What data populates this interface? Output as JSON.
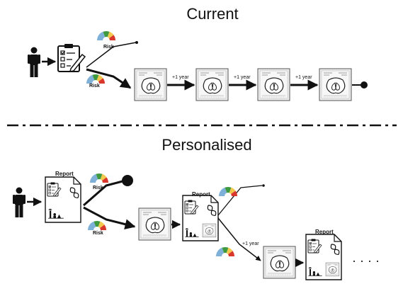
{
  "sections": {
    "current": {
      "title": "Current"
    },
    "personalised": {
      "title": "Personalised"
    }
  },
  "labels": {
    "risk": "Risk",
    "report": "Report",
    "interval": "+1 year",
    "ellipsis": "· · · ·"
  },
  "colors": {
    "line": "#111111",
    "gauge_blue": "#7fb0d8",
    "gauge_green": "#3f9a3f",
    "gauge_yellow": "#f2c94c",
    "gauge_red": "#d9372b",
    "gauge_orange": "#ef8a2b",
    "scan_fill": "#ededed"
  },
  "icons": [
    "person-icon",
    "clipboard-checklist-icon",
    "risk-gauge-icon",
    "mammogram-scan-icon",
    "dna-icon",
    "lifestyle-factors-icon",
    "report-document-icon",
    "endpoint-dot-icon"
  ]
}
